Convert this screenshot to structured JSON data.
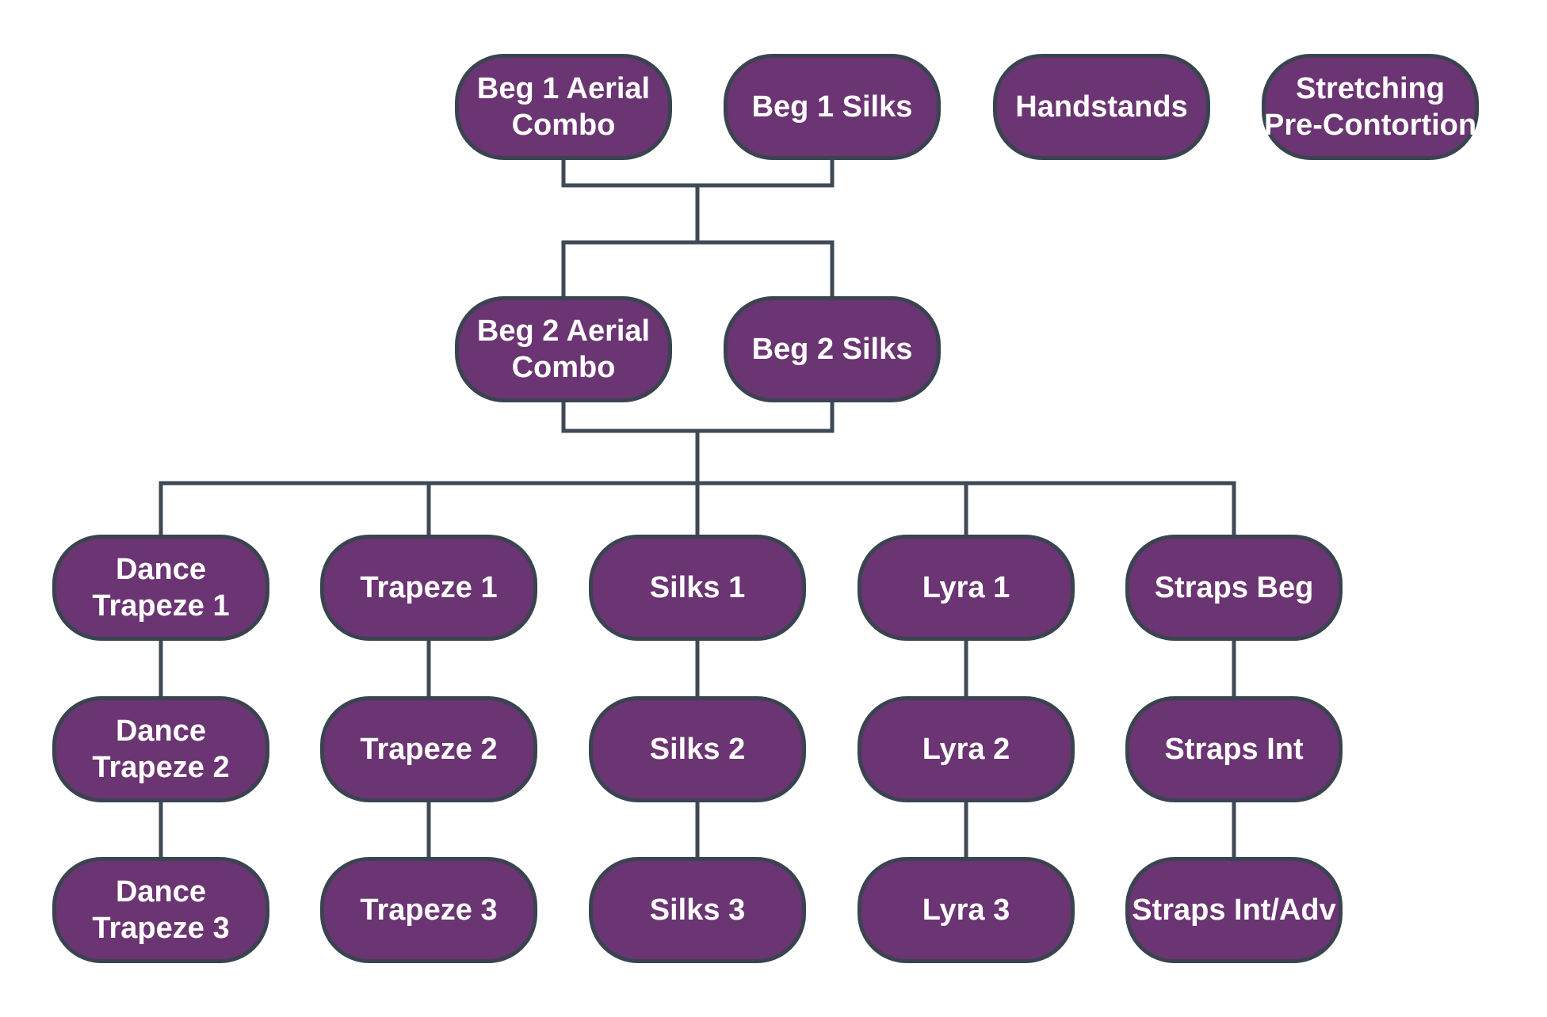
{
  "diagram": {
    "type": "flowchart",
    "description": "Aerial class level progression chart",
    "nodes": {
      "beg1_aerial_combo": {
        "label": "Beg 1 Aerial\nCombo"
      },
      "beg1_silks": {
        "label": "Beg 1 Silks"
      },
      "handstands": {
        "label": "Handstands"
      },
      "stretching_pre_contortion": {
        "label": "Stretching\nPre-Contortion"
      },
      "beg2_aerial_combo": {
        "label": "Beg 2 Aerial\nCombo"
      },
      "beg2_silks": {
        "label": "Beg 2 Silks"
      },
      "dance_trapeze_1": {
        "label": "Dance\nTrapeze 1"
      },
      "dance_trapeze_2": {
        "label": "Dance\nTrapeze 2"
      },
      "dance_trapeze_3": {
        "label": "Dance\nTrapeze 3"
      },
      "trapeze_1": {
        "label": "Trapeze 1"
      },
      "trapeze_2": {
        "label": "Trapeze 2"
      },
      "trapeze_3": {
        "label": "Trapeze 3"
      },
      "silks_1": {
        "label": "Silks 1"
      },
      "silks_2": {
        "label": "Silks 2"
      },
      "silks_3": {
        "label": "Silks 3"
      },
      "lyra_1": {
        "label": "Lyra 1"
      },
      "lyra_2": {
        "label": "Lyra 2"
      },
      "lyra_3": {
        "label": "Lyra 3"
      },
      "straps_beg": {
        "label": "Straps Beg"
      },
      "straps_int": {
        "label": "Straps Int"
      },
      "straps_int_adv": {
        "label": "Straps Int/Adv"
      }
    },
    "edges": [
      {
        "from": [
          "beg1_aerial_combo",
          "beg1_silks"
        ],
        "to": [
          "beg2_aerial_combo",
          "beg2_silks"
        ]
      },
      {
        "from": [
          "beg2_aerial_combo",
          "beg2_silks"
        ],
        "to": [
          "dance_trapeze_1",
          "trapeze_1",
          "silks_1",
          "lyra_1",
          "straps_beg"
        ]
      },
      {
        "from": [
          "dance_trapeze_1"
        ],
        "to": [
          "dance_trapeze_2"
        ]
      },
      {
        "from": [
          "dance_trapeze_2"
        ],
        "to": [
          "dance_trapeze_3"
        ]
      },
      {
        "from": [
          "trapeze_1"
        ],
        "to": [
          "trapeze_2"
        ]
      },
      {
        "from": [
          "trapeze_2"
        ],
        "to": [
          "trapeze_3"
        ]
      },
      {
        "from": [
          "silks_1"
        ],
        "to": [
          "silks_2"
        ]
      },
      {
        "from": [
          "silks_2"
        ],
        "to": [
          "silks_3"
        ]
      },
      {
        "from": [
          "lyra_1"
        ],
        "to": [
          "lyra_2"
        ]
      },
      {
        "from": [
          "lyra_2"
        ],
        "to": [
          "lyra_3"
        ]
      },
      {
        "from": [
          "straps_beg"
        ],
        "to": [
          "straps_int"
        ]
      },
      {
        "from": [
          "straps_int"
        ],
        "to": [
          "straps_int_adv"
        ]
      }
    ],
    "colors": {
      "node_fill": "#6B3472",
      "node_border": "#3A4450",
      "connector": "#3F4A56",
      "label_text": "#FFFFFF",
      "background": "#FFFFFF"
    }
  }
}
